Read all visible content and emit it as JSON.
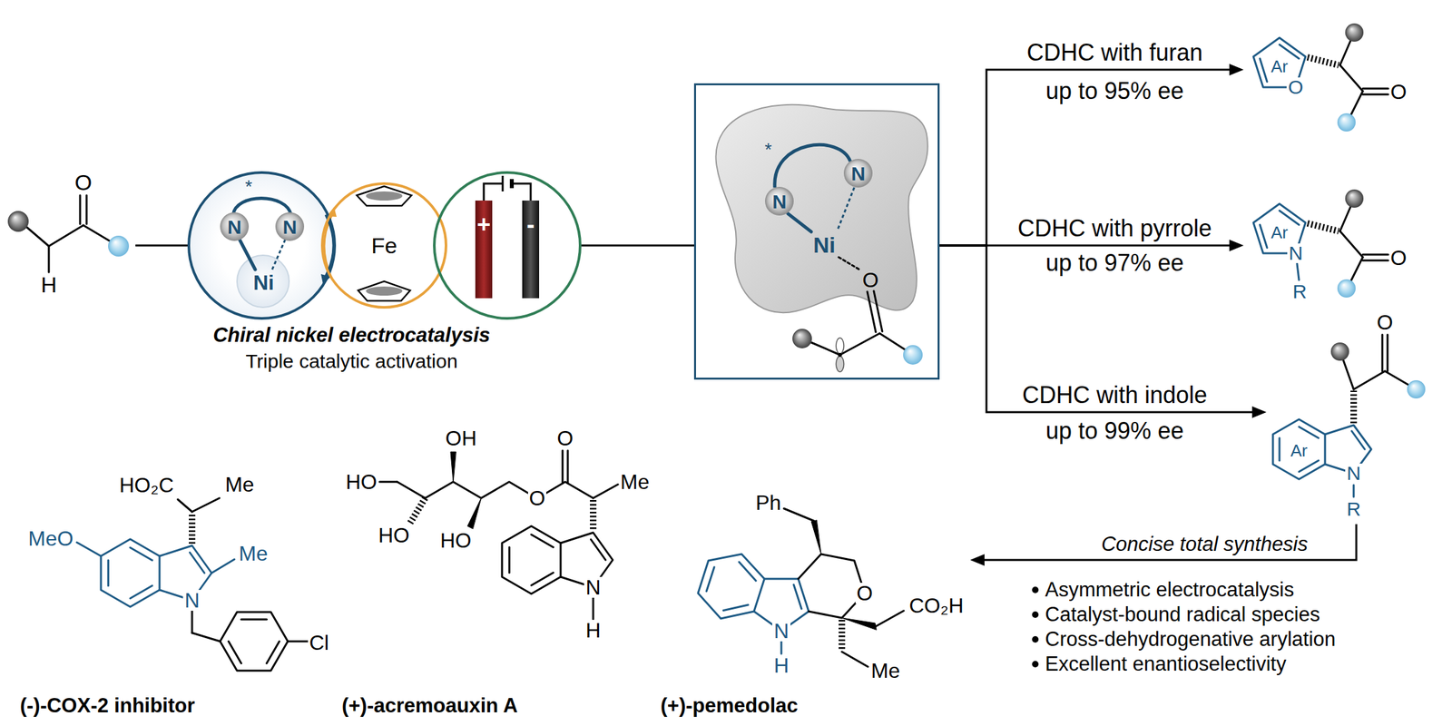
{
  "diagram": {
    "nodes": [
      {
        "text": [
          "O",
          "H"
        ]
      },
      {
        "text": [
          "*",
          "N",
          "N",
          "Ni"
        ]
      },
      {
        "text": [
          "Fe"
        ]
      },
      {
        "text": [
          "+",
          "-"
        ]
      },
      {
        "text": [
          "*",
          "N",
          "N",
          "Ni",
          "O"
        ]
      },
      {
        "text": [
          "Ar",
          "O",
          "O"
        ]
      },
      {
        "text": [
          "Ar",
          "N",
          "R",
          "O"
        ]
      },
      {
        "text": [
          "O",
          "Ar",
          "N",
          "R"
        ]
      },
      {
        "text": [
          "HO₂C",
          "Me",
          "MeO",
          "Me",
          "N",
          "Cl",
          "(-)-COX-2 inhibitor"
        ]
      },
      {
        "text": [
          "HO",
          "OH",
          "O",
          "HO",
          "O",
          "Me",
          "HO",
          "N",
          "H",
          "(+)-acremoauxin A"
        ]
      },
      {
        "text": [
          "Ph",
          "O",
          "CO₂H",
          "N",
          "Me",
          "H",
          "(+)-pemedolac"
        ]
      }
    ],
    "edges": [
      {
        "from": 0,
        "to": 1,
        "arrow": "none"
      },
      {
        "from": 3,
        "to": 4,
        "arrow": "none"
      },
      {
        "from": 4,
        "to": 5,
        "label": "CDHC with furan",
        "arrow": "to"
      },
      {
        "from": 4,
        "to": 6,
        "label": "CDHC with pyrrole",
        "arrow": "to"
      },
      {
        "from": 4,
        "to": 7,
        "label": "CDHC with indole",
        "arrow": "to"
      },
      {
        "from": 7,
        "to": 10,
        "label": "Concise total synthesis",
        "arrow": "to"
      }
    ],
    "labels": [
      "Chiral nickel electrocatalysis",
      "Triple catalytic activation",
      "up to 95% ee",
      "up to 97% ee",
      "up to 99% ee",
      "Asymmetric electrocatalysis",
      "Catalyst-bound radical species",
      "Cross-dehydrogenative arylation",
      "Excellent enantioselectivity"
    ]
  }
}
